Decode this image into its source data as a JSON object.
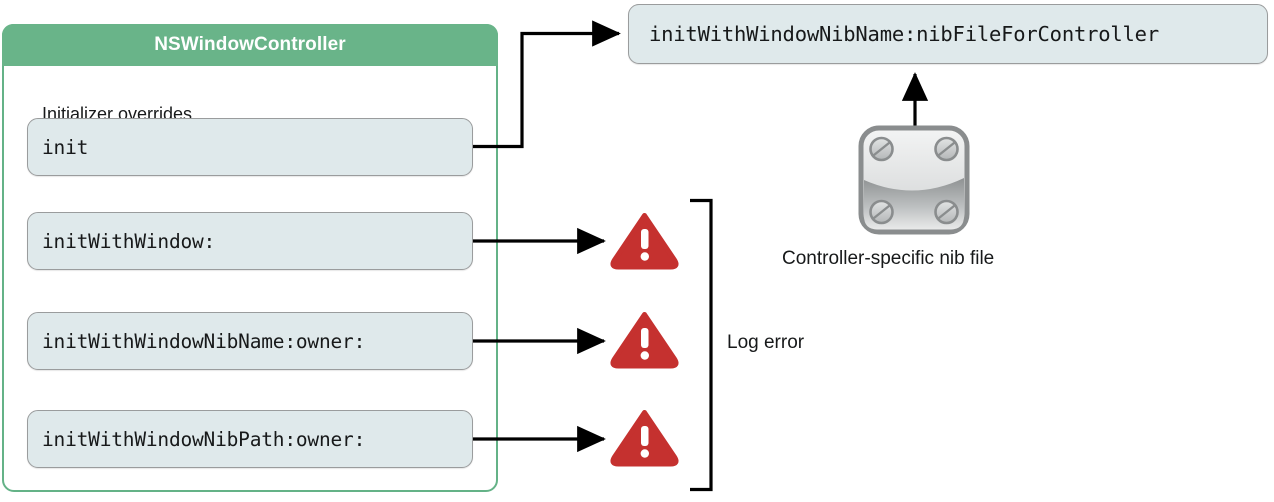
{
  "diagram": {
    "title": "NSWindowController initializer overrides",
    "class_panel": {
      "header": "NSWindowController",
      "section_label": "Initializer overrides",
      "header_color": "#69b489",
      "pill_fill": "#dfe9eb",
      "methods": [
        {
          "label": "init",
          "outcome": "redirects"
        },
        {
          "label": "initWithWindow:",
          "outcome": "log-error"
        },
        {
          "label": "initWithWindowNibName:owner:",
          "outcome": "log-error"
        },
        {
          "label": "initWithWindowNibPath:owner:",
          "outcome": "log-error"
        }
      ]
    },
    "target_call": "initWithWindowNibName:nibFileForController",
    "nib_caption": "Controller-specific nib file",
    "log_error_label": "Log error",
    "warning_color": "#c5312f",
    "icons": {
      "warning": "warning-triangle-icon",
      "nib_file": "nib-file-icon"
    }
  }
}
